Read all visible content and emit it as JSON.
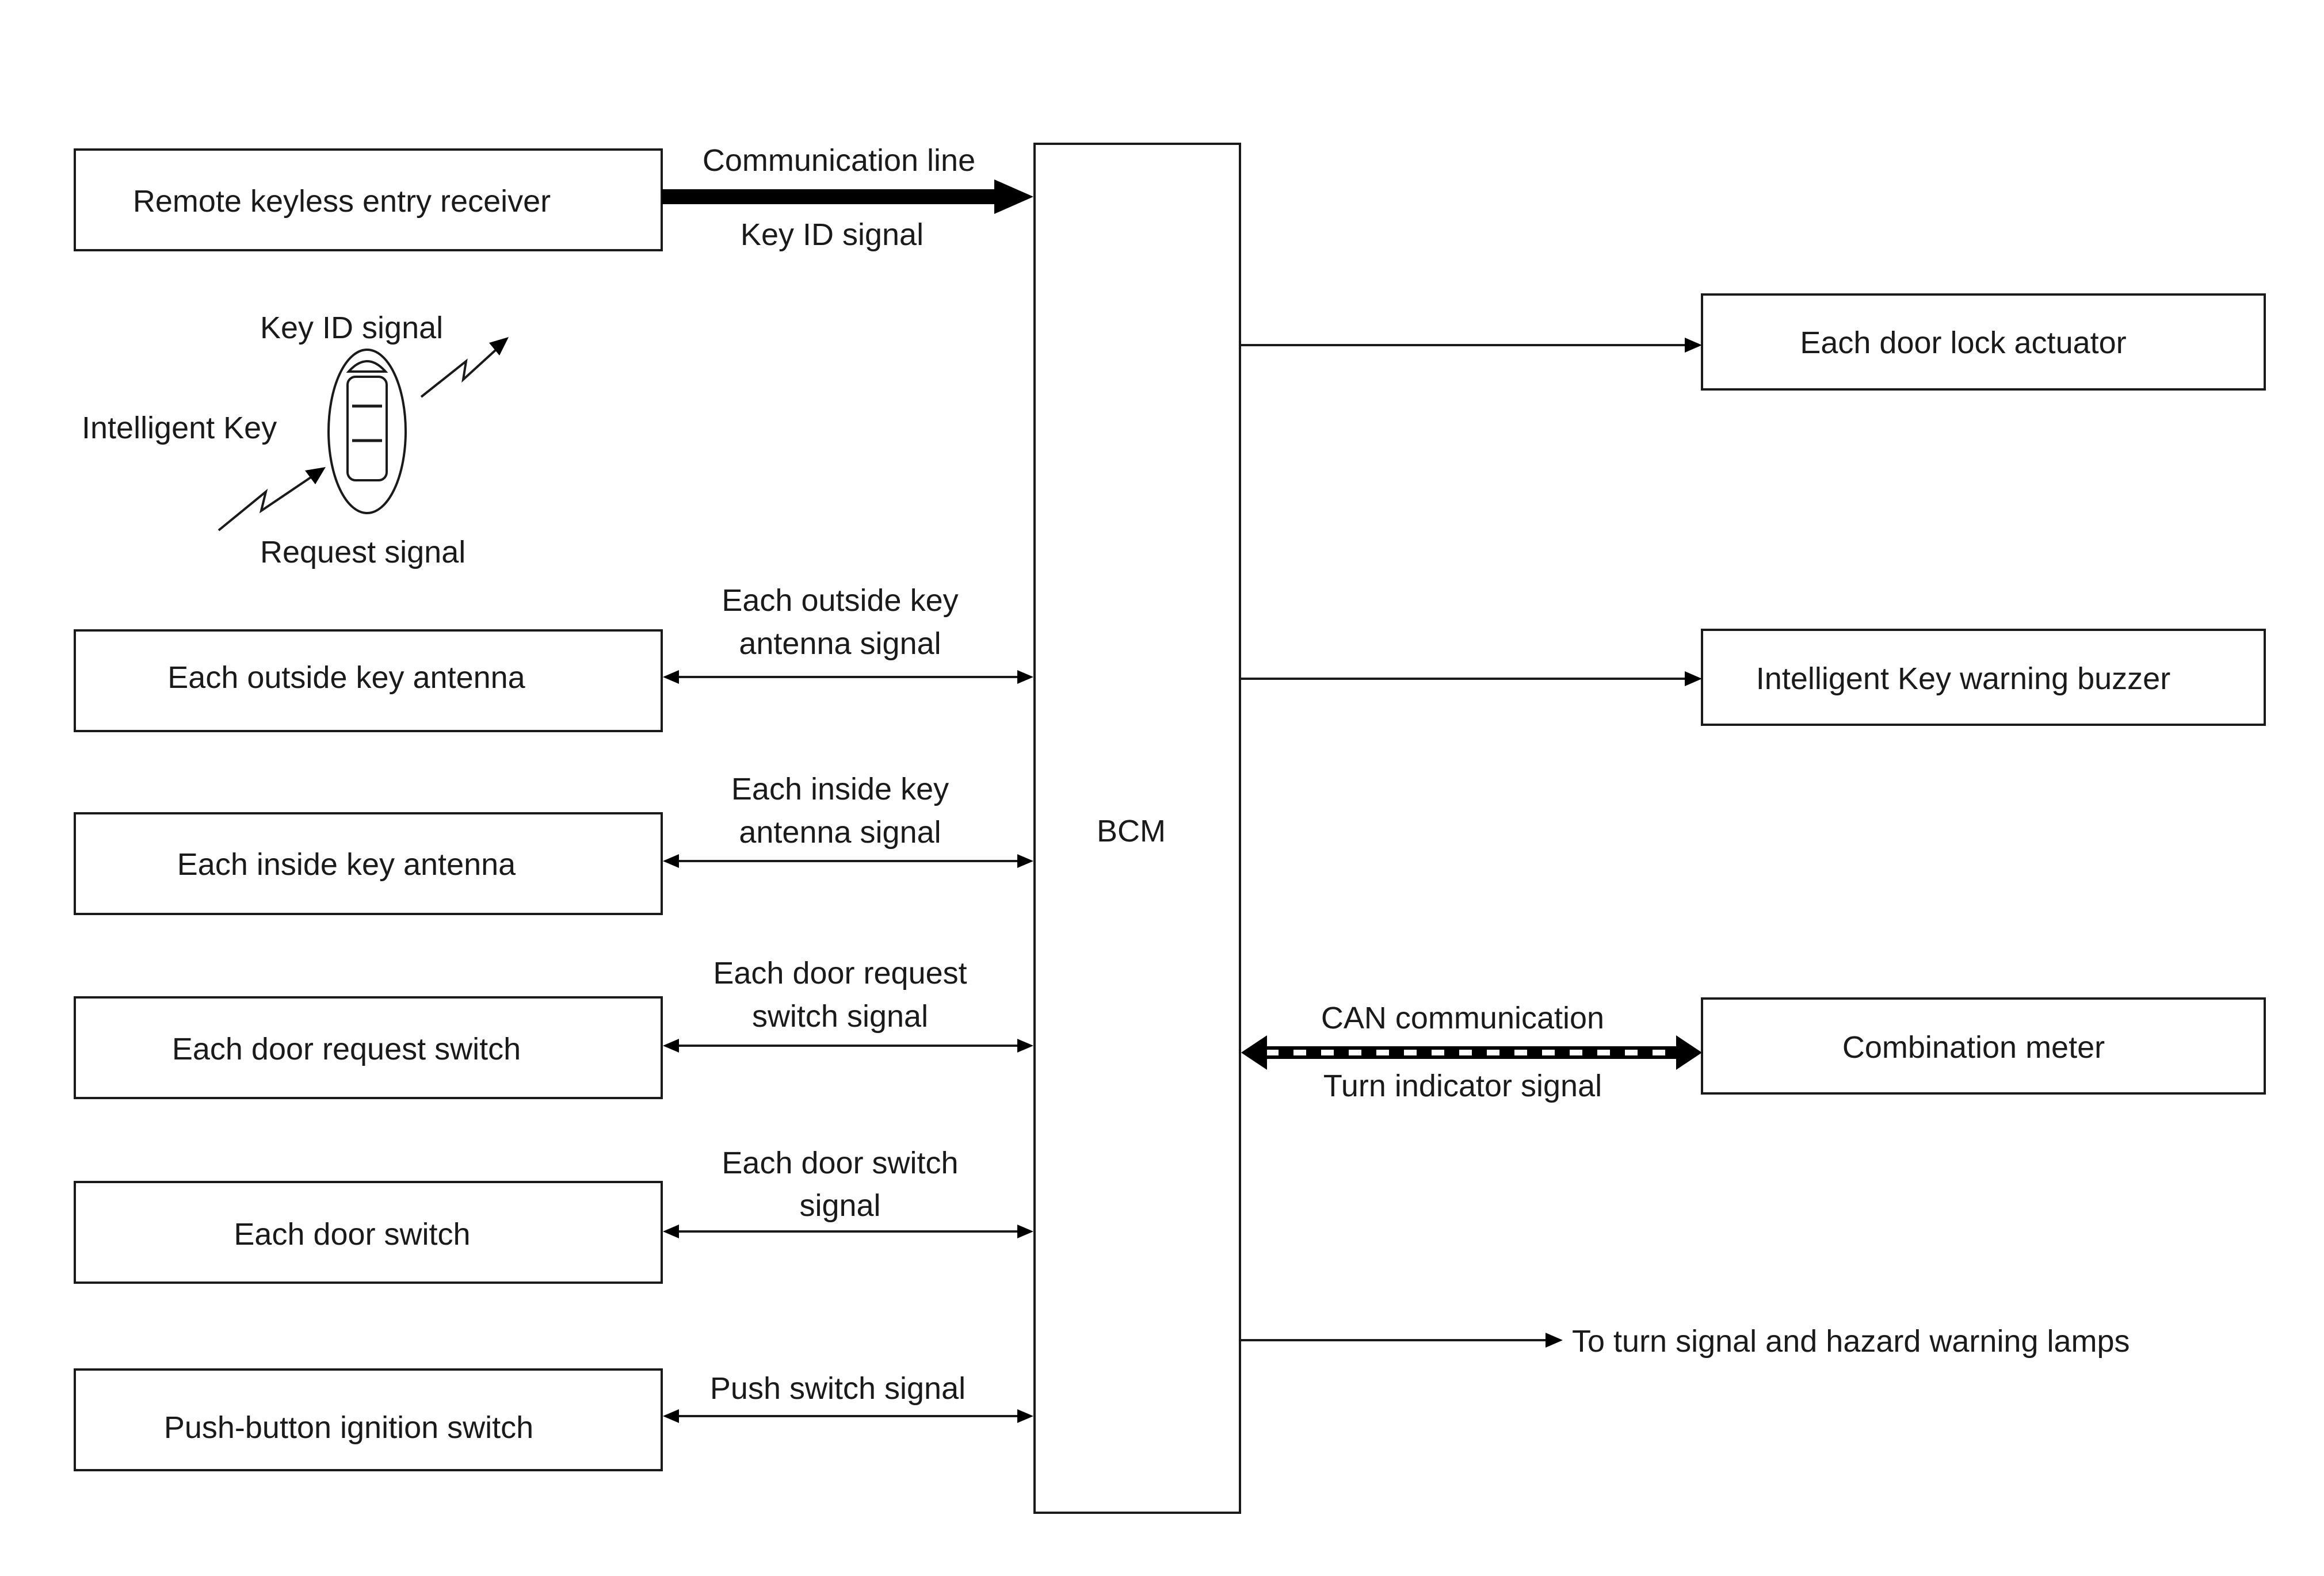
{
  "bcm": {
    "label": "BCM"
  },
  "inputs": {
    "remote_keyless_entry_receiver": "Remote keyless entry receiver",
    "outside_key_antenna": "Each outside key antenna",
    "inside_key_antenna": "Each inside key antenna",
    "door_request_switch": "Each door request switch",
    "door_switch": "Each door switch",
    "push_button_ignition_switch": "Push-button ignition switch"
  },
  "intelligent_key": {
    "label": "Intelligent Key",
    "key_id_signal": "Key ID signal",
    "request_signal": "Request signal"
  },
  "signals": {
    "communication_line": "Communication line",
    "key_id_signal": "Key ID signal",
    "outside_antenna_line1": "Each outside key",
    "outside_antenna_line2": "antenna signal",
    "inside_antenna_line1": "Each inside key",
    "inside_antenna_line2": "antenna signal",
    "door_request_line1": "Each door request",
    "door_request_line2": "switch signal",
    "door_switch_line1": "Each door switch",
    "door_switch_line2": "signal",
    "push_switch": "Push switch signal",
    "can_communication": "CAN communication",
    "turn_indicator": "Turn indicator signal"
  },
  "outputs": {
    "door_lock_actuator": "Each door lock actuator",
    "warning_buzzer": "Intelligent Key warning buzzer",
    "combination_meter": "Combination meter",
    "turn_hazard_lamps": "To turn signal and hazard warning lamps"
  }
}
